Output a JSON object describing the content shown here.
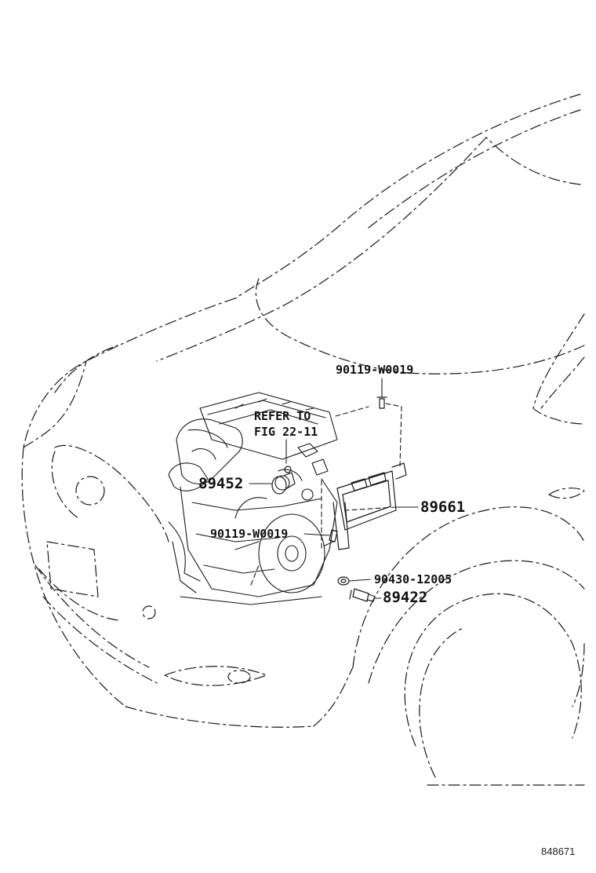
{
  "diagram": {
    "figure_id": "848671",
    "callouts": [
      {
        "id": "bolt-upper",
        "part": "90119-W0019"
      },
      {
        "id": "refer-note-line1",
        "part": "REFER TO"
      },
      {
        "id": "refer-note-line2",
        "part": "FIG 22-11"
      },
      {
        "id": "sensor-89452",
        "part": "89452"
      },
      {
        "id": "ecu-89661",
        "part": "89661"
      },
      {
        "id": "bolt-lower",
        "part": "90119-W0019"
      },
      {
        "id": "gasket-90430",
        "part": "90430-12005"
      },
      {
        "id": "sensor-89422",
        "part": "89422"
      }
    ]
  }
}
